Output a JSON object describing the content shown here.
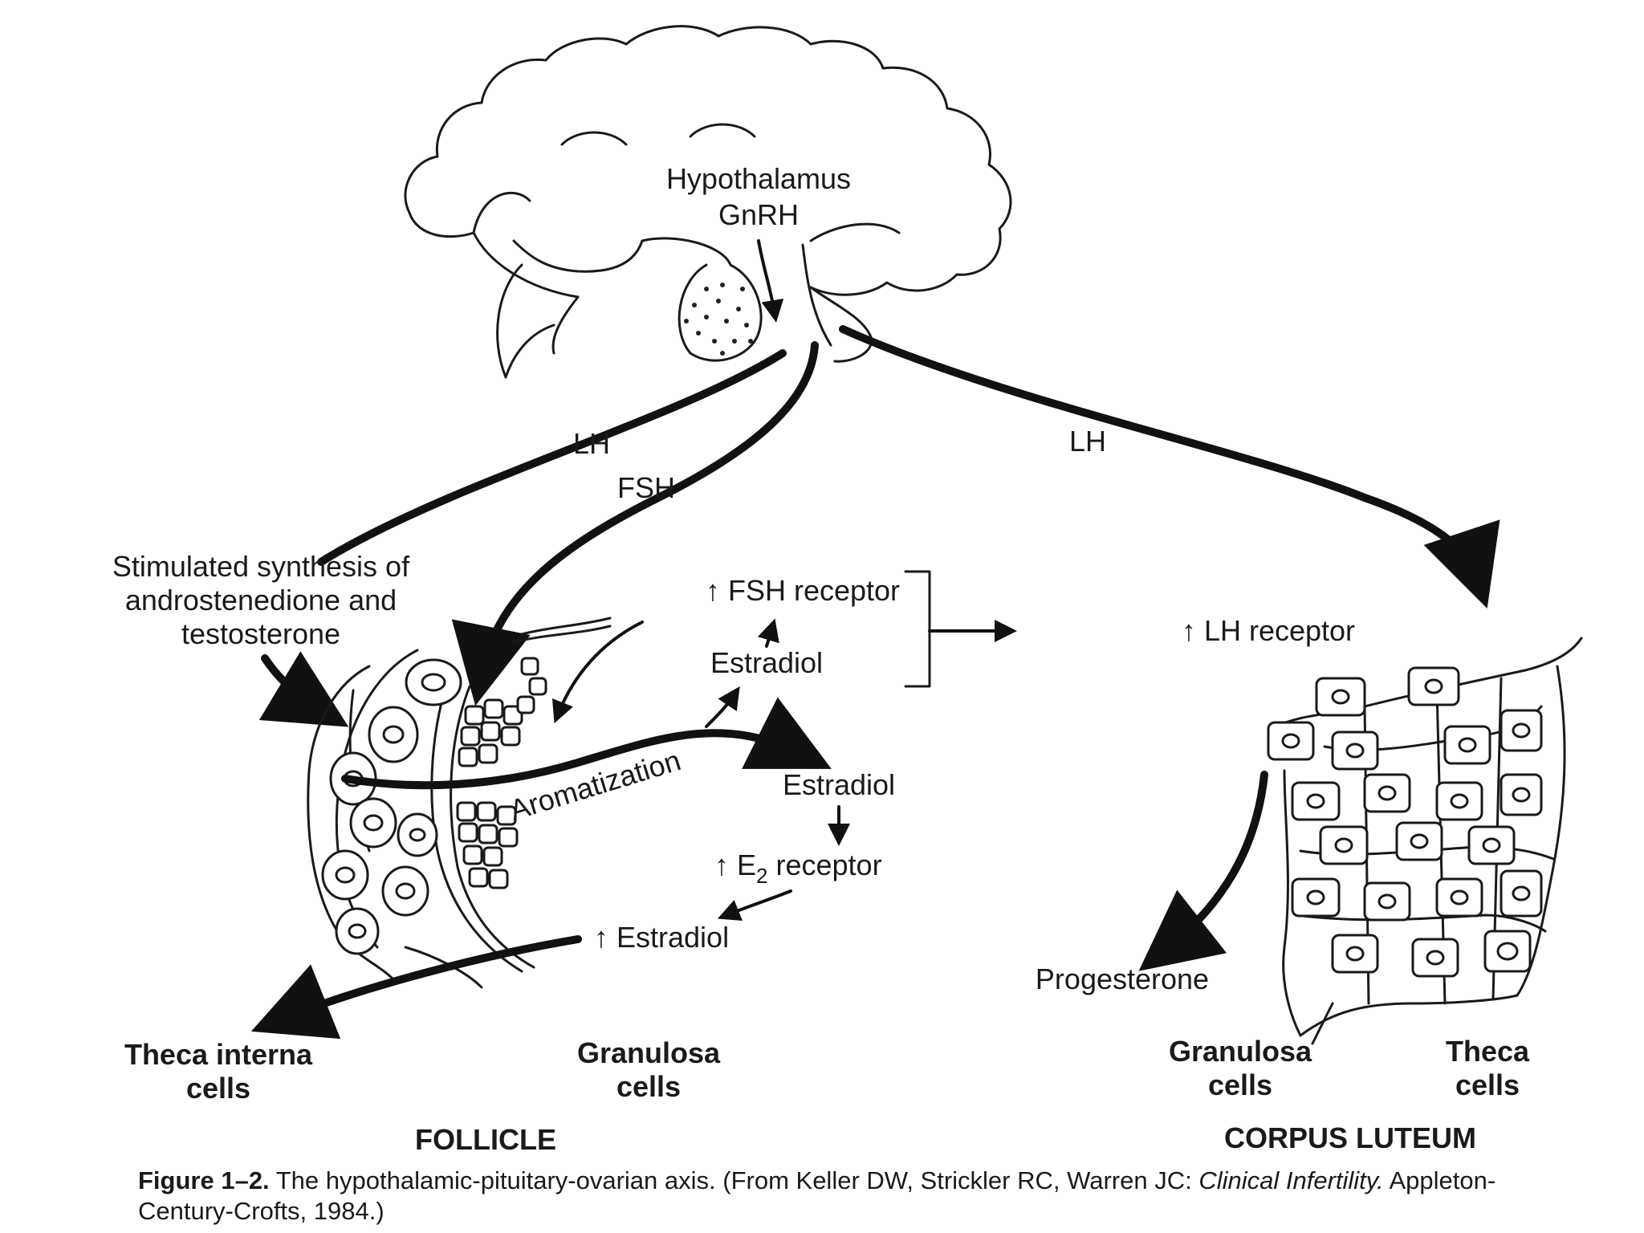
{
  "labels": {
    "hypothalamus": "Hypothalamus",
    "gnrh": "GnRH",
    "lh_left": "LH",
    "fsh": "FSH",
    "lh_right": "LH",
    "stim_line1": "Stimulated synthesis of",
    "stim_line2": "androstenedione and",
    "stim_line3": "testosterone",
    "fsh_receptor": "↑ FSH receptor",
    "estradiol_upper": "Estradiol",
    "lh_receptor": "↑ LH receptor",
    "aromatization": "Aromatization",
    "estradiol_mid": "Estradiol",
    "e2_receptor_arrow": "↑ E",
    "e2_sub": "2",
    "e2_receptor_text": " receptor",
    "estradiol_low": "↑ Estradiol",
    "progesterone": "Progesterone",
    "theca_interna_1": "Theca interna",
    "theca_interna_2": "cells",
    "granulosa_left_1": "Granulosa",
    "granulosa_left_2": "cells",
    "granulosa_right_1": "Granulosa",
    "granulosa_right_2": "cells",
    "theca_right_1": "Theca",
    "theca_right_2": "cells",
    "follicle": "FOLLICLE",
    "corpus_luteum": "CORPUS LUTEUM"
  },
  "caption": {
    "figure_label": "Figure 1–2.",
    "text": " The hypothalamic-pituitary-ovarian axis. (From Keller DW, Strickler RC, Warren JC: ",
    "book": "Clinical Infertility.",
    "publisher": " Appleton-Century-Crofts, 1984.)"
  }
}
